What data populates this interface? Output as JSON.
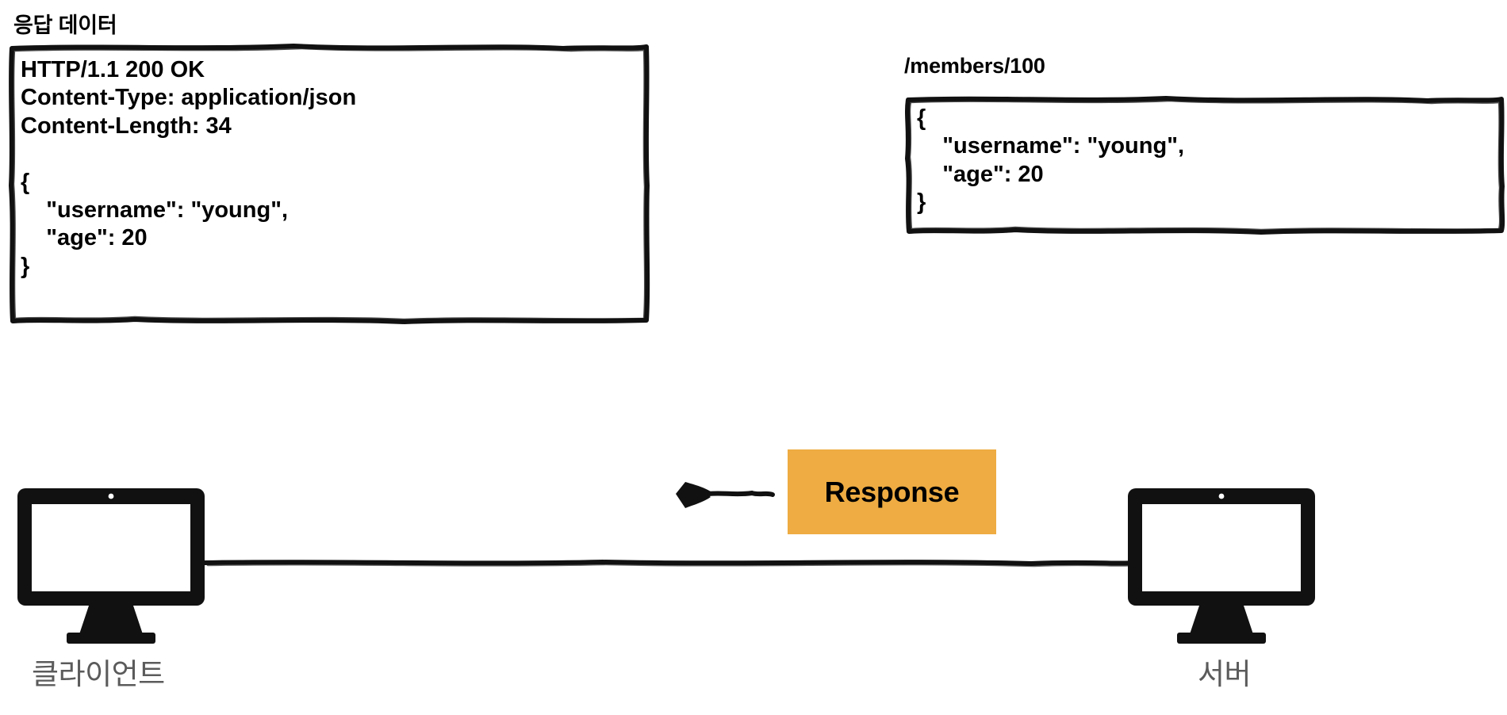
{
  "diagram": {
    "title": "응답 데이터",
    "endpoint_label": "/members/100",
    "response_message": "HTTP/1.1 200 OK\nContent-Type: application/json\nContent-Length: 34\n\n{\n    \"username\": \"young\",\n    \"age\": 20\n}",
    "payload_body": "{\n    \"username\": \"young\",\n    \"age\": 20\n}",
    "flow": {
      "badge_label": "Response",
      "arrow_direction": "left",
      "client_label": "클라이언트",
      "server_label": "서버"
    },
    "colors": {
      "badge_orange": "#eeac42",
      "node_label_gray": "#5b5b5b",
      "ink_black": "#111111",
      "background": "#ffffff"
    }
  }
}
